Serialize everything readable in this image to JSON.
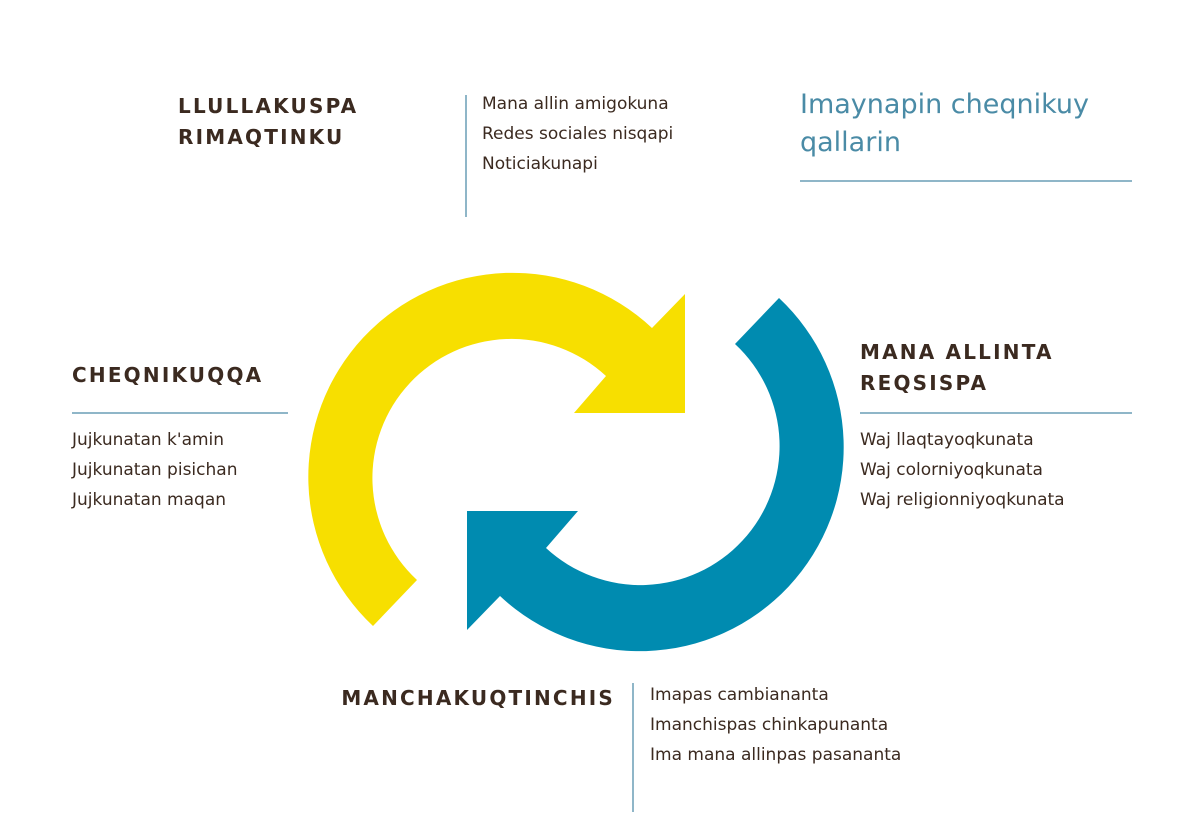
{
  "title": "Imaynapin cheqnikuy qallarin",
  "colors": {
    "yellow": "#f7df00",
    "blue": "#008bb0",
    "text": "#3b2a20",
    "accent": "#4a8ba6"
  },
  "sections": {
    "top": {
      "heading_line1": "LLULLAKUSPA",
      "heading_line2": "RIMAQTINKU",
      "items": [
        "Mana allin amigokuna",
        "Redes sociales nisqapi",
        "Noticiakunapi"
      ]
    },
    "left": {
      "heading": "CHEQNIKUQQA",
      "items": [
        "Jujkunatan k'amin",
        "Jujkunatan pisichan",
        "Jujkunatan maqan"
      ]
    },
    "right": {
      "heading_line1": "MANA ALLINTA",
      "heading_line2": "REQSISPA",
      "items": [
        "Waj llaqtayoqkunata",
        "Waj colorniyoqkunata",
        "Waj religionniyoqkunata"
      ]
    },
    "bottom": {
      "heading": "MANCHAKUQTINCHIS",
      "items": [
        "Imapas cambiananta",
        "Imanchispas chinkapunanta",
        "Ima mana allinpas pasananta"
      ]
    }
  }
}
